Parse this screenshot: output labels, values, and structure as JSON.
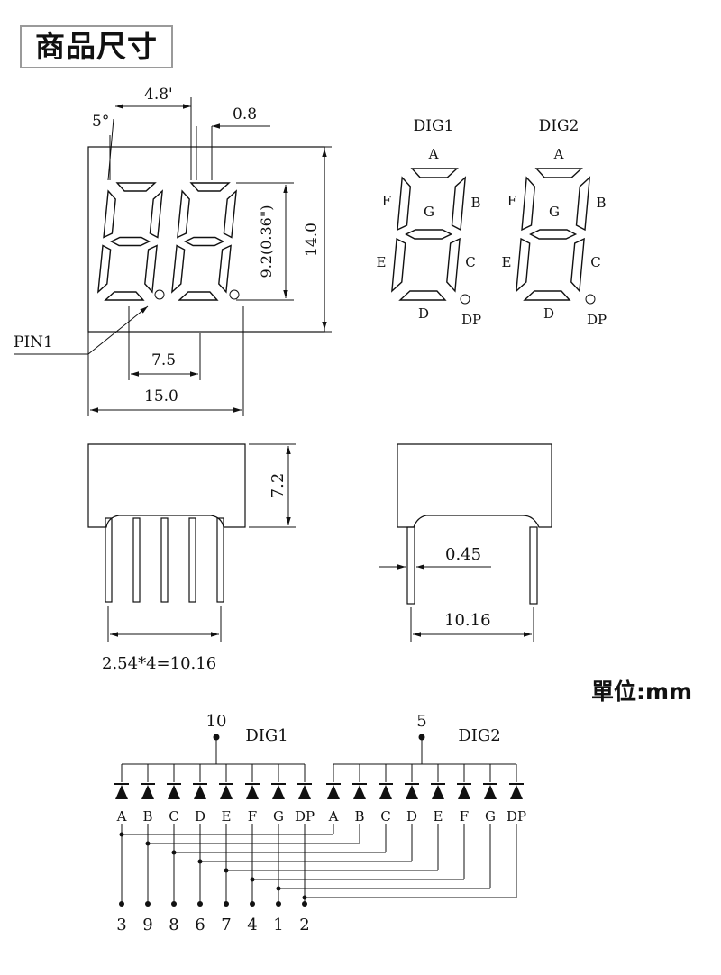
{
  "title": "商品尺寸",
  "unit": "單位:mm",
  "front_view": {
    "angle": "5°",
    "digit_pitch": "4.8'",
    "segment_width": "0.8",
    "digit_height": "9.2(0.36\")",
    "body_height": "14.0",
    "pin1": "PIN1",
    "pin_row_spacing": "7.5",
    "body_width": "15.0"
  },
  "segment_map": {
    "digits": [
      "DIG1",
      "DIG2"
    ],
    "segments": [
      "A",
      "B",
      "C",
      "D",
      "E",
      "F",
      "G",
      "DP"
    ]
  },
  "side_view": {
    "body_depth": "7.2",
    "pin_span": "2.54*4=10.16"
  },
  "end_view": {
    "pin_diameter": "0.45",
    "row_spacing": "10.16"
  },
  "circuit": {
    "dig1_label": "DIG1",
    "dig1_pin": "10",
    "dig2_label": "DIG2",
    "dig2_pin": "5",
    "segments": [
      "A",
      "B",
      "C",
      "D",
      "E",
      "F",
      "G",
      "DP"
    ],
    "pin_numbers": [
      "3",
      "9",
      "8",
      "6",
      "7",
      "4",
      "1",
      "2"
    ]
  }
}
